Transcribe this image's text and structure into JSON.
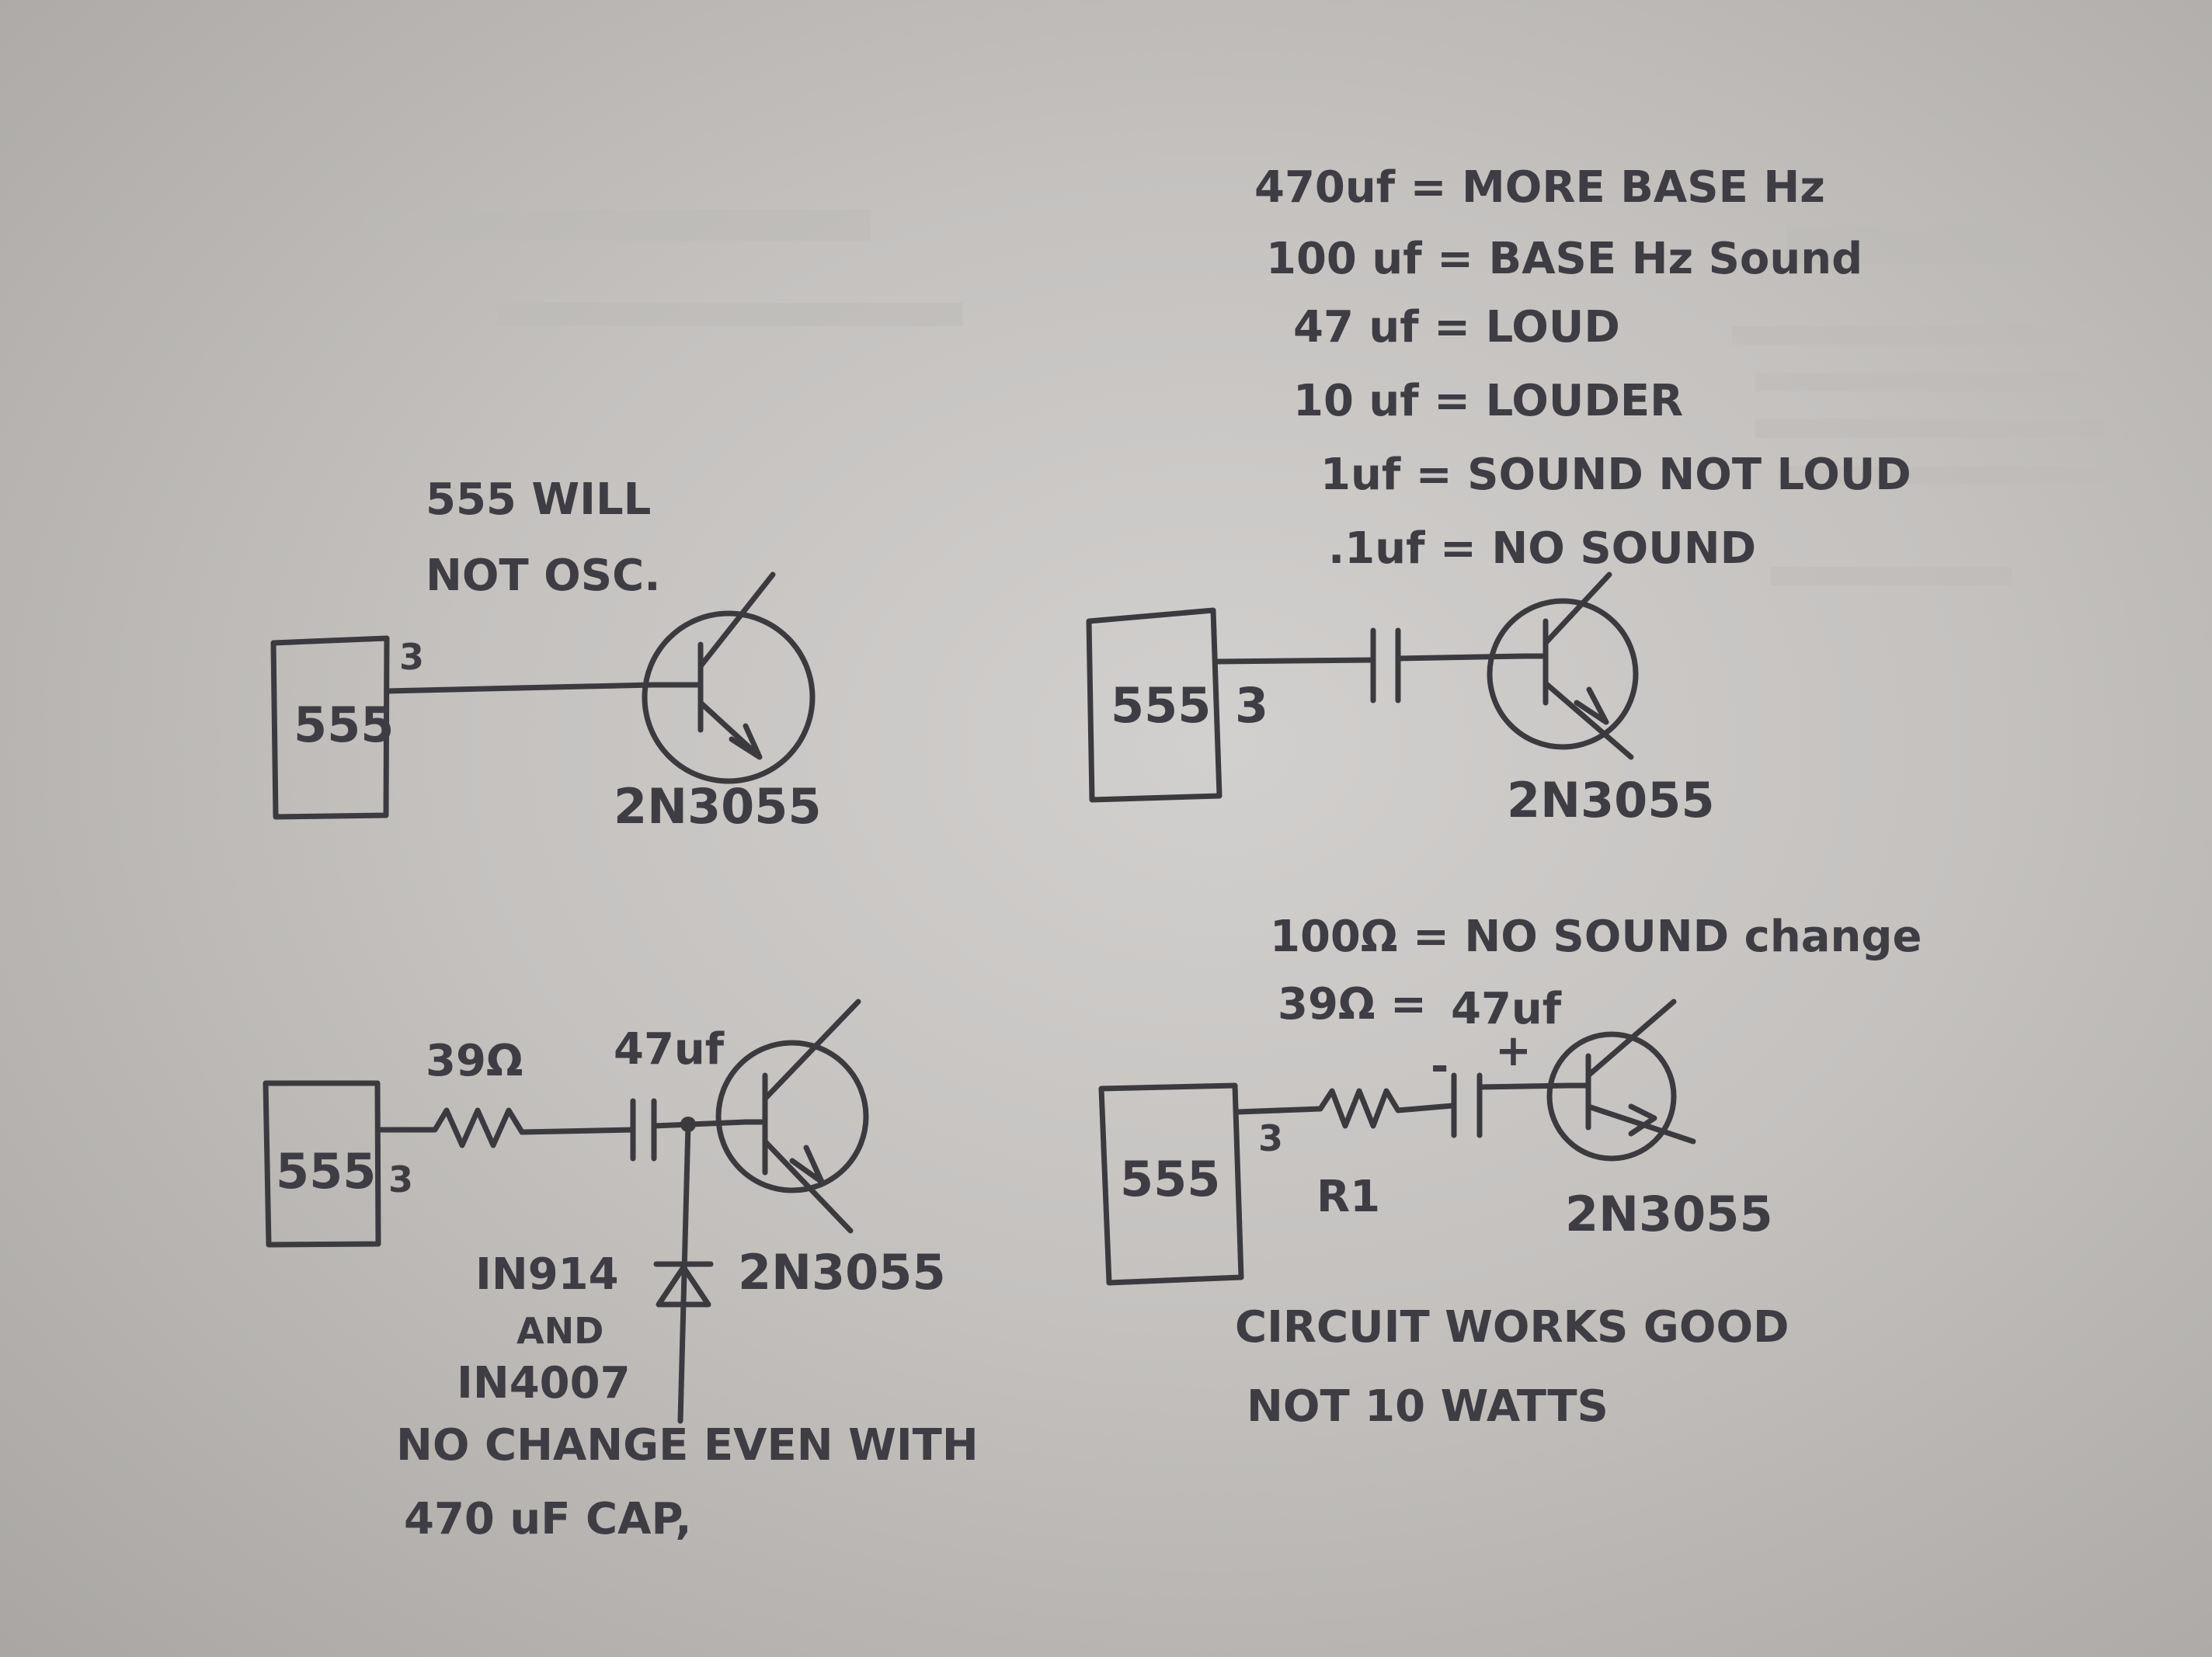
{
  "circuit_1": {
    "ic_label": "555",
    "pin_label": "3",
    "transistor_label": "2N3055",
    "note_lines": [
      "555 WILL",
      "NOT OSC."
    ]
  },
  "circuit_2": {
    "ic_label": "555",
    "pin_label": "3",
    "transistor_label": "2N3055",
    "capacitor_notes": [
      "470uf = MORE BASE Hz",
      "100 uf = BASE Hz Sound",
      "47 uf = LOUD",
      "10 uf = LOUDER",
      "1uf = SOUND NOT LOUD",
      ".1uf = NO SOUND"
    ]
  },
  "circuit_3": {
    "ic_label": "555",
    "pin_label": "3",
    "resistor_label": "39Ω",
    "capacitor_label": "47uf",
    "transistor_label": "2N3055",
    "diode_labels": [
      "IN914",
      "AND",
      "IN4007"
    ],
    "note_lines": [
      "NO CHANGE EVEN WITH",
      "470 uF CAP,"
    ]
  },
  "circuit_4": {
    "ic_label": "555",
    "pin_label": "3",
    "resistor_notes": [
      "100Ω = NO SOUND change",
      "39Ω ="
    ],
    "capacitor_label": "47uf",
    "cap_minus": "-",
    "cap_plus": "+",
    "resistor_label": "R1",
    "transistor_label": "2N3055",
    "note_lines": [
      "CIRCUIT WORKS GOOD",
      "NOT 10 WATTS"
    ]
  },
  "colors": {
    "paper": "#c9c6c4",
    "ink": "#3b3a3f"
  }
}
